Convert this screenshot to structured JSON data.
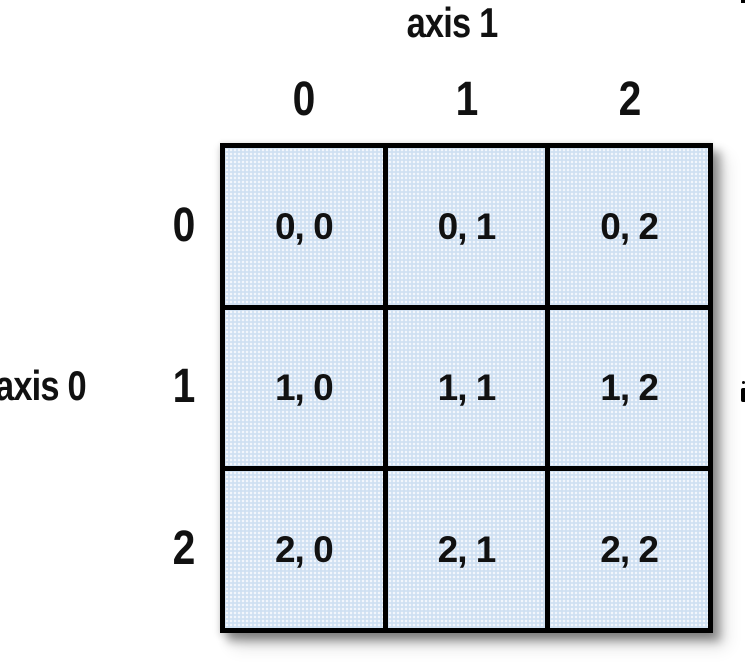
{
  "figure": {
    "description": "3x3 array indexing diagram",
    "top_axis_label": "axis 1",
    "left_axis_label": "axis 0",
    "column_headers": [
      "0",
      "1",
      "2"
    ],
    "row_headers": [
      "0",
      "1",
      "2"
    ],
    "cells": [
      [
        "0, 0",
        "0, 1",
        "0, 2"
      ],
      [
        "1, 0",
        "1, 1",
        "1, 2"
      ],
      [
        "2, 0",
        "2, 1",
        "2, 2"
      ]
    ],
    "colors": {
      "cell_fill": "#d5e3f2",
      "grid_line": "#000000",
      "text": "#111111",
      "background": "#ffffff"
    }
  }
}
